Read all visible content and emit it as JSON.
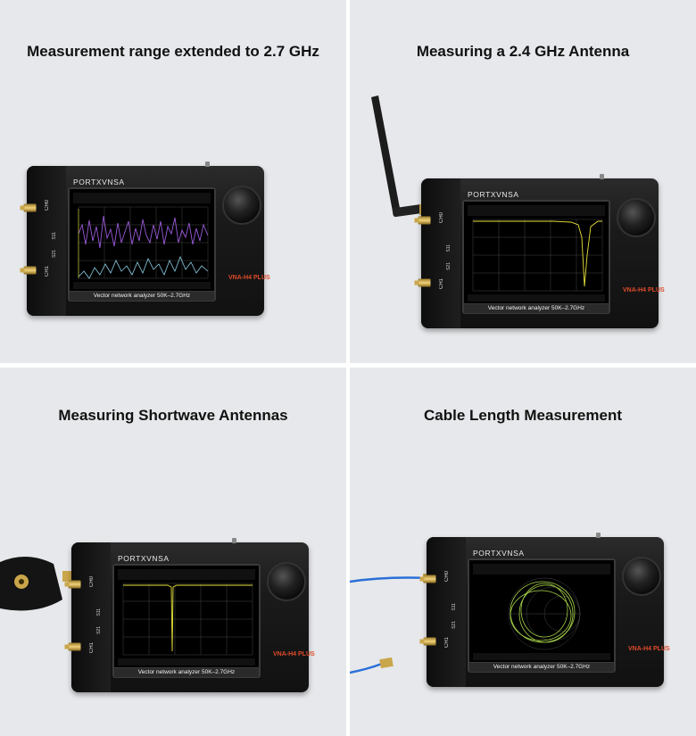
{
  "panels": [
    {
      "caption": "Measurement range extended to 2.7 GHz",
      "device": {
        "brand": "PORTXVNSA",
        "model": "VNA-H4 PLUS",
        "screen_caption": "Vector network analyzer 50K–2.7GHz",
        "port_ch0": "CH0",
        "port_ch1": "CH1",
        "s11": "S11",
        "s21": "S21"
      }
    },
    {
      "caption": "Measuring a 2.4 GHz Antenna",
      "device": {
        "brand": "PORTXVNSA",
        "model": "VNA-H4 PLUS",
        "screen_caption": "Vector network analyzer 50K–2.7GHz",
        "port_ch0": "CH0",
        "port_ch1": "CH1",
        "s11": "S11",
        "s21": "S21"
      }
    },
    {
      "caption": "Measuring Shortwave Antennas",
      "device": {
        "brand": "PORTXVNSA",
        "model": "VNA-H4 PLUS",
        "screen_caption": "Vector network analyzer 50K–2.7GHz",
        "port_ch0": "CH0",
        "port_ch1": "CH1",
        "s11": "S11",
        "s21": "S21"
      }
    },
    {
      "caption": "Cable Length Measurement",
      "device": {
        "brand": "PORTXVNSA",
        "model": "VNA-H4 PLUS",
        "screen_caption": "Vector network analyzer 50K–2.7GHz",
        "port_ch0": "CH0",
        "port_ch1": "CH1",
        "s11": "S11",
        "s21": "S21"
      }
    }
  ],
  "colors": {
    "panel_bg": "#e6e8eb",
    "model_text": "#e04b2a",
    "trace_yellow": "#e8e23a",
    "trace_purple": "#9a5ad8",
    "trace_cyan": "#8fd0e8",
    "trace_green": "#a8d44a",
    "cable_blue": "#2a6fd8"
  }
}
